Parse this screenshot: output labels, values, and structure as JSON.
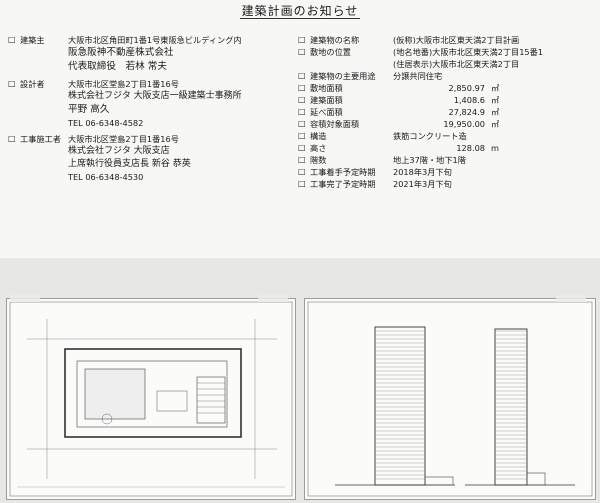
{
  "header": {
    "title": "建築計画のお知らせ"
  },
  "left": {
    "box_glyph": "□",
    "owner": {
      "label": "建築主",
      "address": "大阪市北区角田町1番1号東阪急ビルディング内",
      "company": "阪急阪神不動産株式会社",
      "representative": "代表取締役　若林 常夫"
    },
    "designer": {
      "label": "設計者",
      "address": "大阪市北区堂島2丁目1番16号",
      "company": "株式会社フジタ 大阪支店一級建築士事務所",
      "person": "平野 高久",
      "tel": "TEL 06-6348-4582"
    },
    "constructor": {
      "label": "工事施工者",
      "address": "大阪市北区堂島2丁目1番16号",
      "company": "株式会社フジタ 大阪支店",
      "person": "上席執行役員支店長 新谷 恭英",
      "tel": "TEL 06-6348-4530"
    }
  },
  "right": {
    "items": [
      {
        "label": "建築物の名称",
        "value": "(仮称)大阪市北区東天満2丁目計画"
      },
      {
        "label": "敷地の位置",
        "value": "(地名地番)大阪市北区東天満2丁目15番1"
      },
      {
        "label": "",
        "value": "(住居表示)大阪市北区東天満2丁目"
      },
      {
        "label": "建築物の主要用途",
        "value": "分譲共同住宅"
      },
      {
        "label": "敷地面積",
        "value": "2,850.97",
        "unit": "㎡"
      },
      {
        "label": "建築面積",
        "value": "1,408.6",
        "unit": "㎡"
      },
      {
        "label": "延べ面積",
        "value": "27,824.9",
        "unit": "㎡"
      },
      {
        "label": "容積対象面積",
        "value": "19,950.00",
        "unit": "㎡"
      },
      {
        "label": "構造",
        "value": "鉄筋コンクリート造"
      },
      {
        "label": "高さ",
        "value": "128.08",
        "unit": "m"
      },
      {
        "label": "階数",
        "value": "地上37階・地下1階"
      },
      {
        "label": "工事着手予定時期",
        "value": "2018年3月下旬"
      },
      {
        "label": "工事完了予定時期",
        "value": "2021年3月下旬"
      }
    ]
  }
}
